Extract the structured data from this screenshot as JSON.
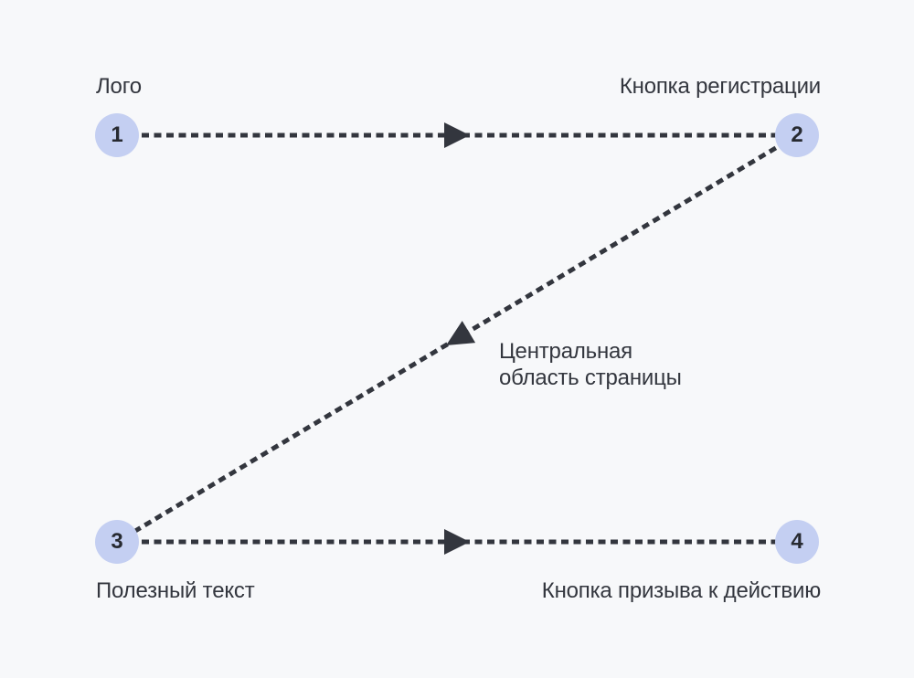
{
  "diagram": {
    "type": "z-pattern-flow",
    "background": "#f7f8fa",
    "colors": {
      "node_fill": "#c4cff2",
      "connector": "#33363e",
      "text": "#33363e",
      "node_number": "#272a31"
    },
    "nodes": [
      {
        "number": "1",
        "label": "Лого",
        "position": "top-left"
      },
      {
        "number": "2",
        "label": "Кнопка регистрации",
        "position": "top-right"
      },
      {
        "number": "3",
        "label": "Полезный текст",
        "position": "bottom-left"
      },
      {
        "number": "4",
        "label": "Кнопка призыва к действию",
        "position": "bottom-right"
      }
    ],
    "center_label": "Центральная\nобласть страницы",
    "connections": [
      {
        "from": "1",
        "to": "2",
        "style": "dashed-arrow"
      },
      {
        "from": "2",
        "to": "3",
        "style": "dashed-arrow"
      },
      {
        "from": "3",
        "to": "4",
        "style": "dashed-arrow"
      }
    ]
  }
}
